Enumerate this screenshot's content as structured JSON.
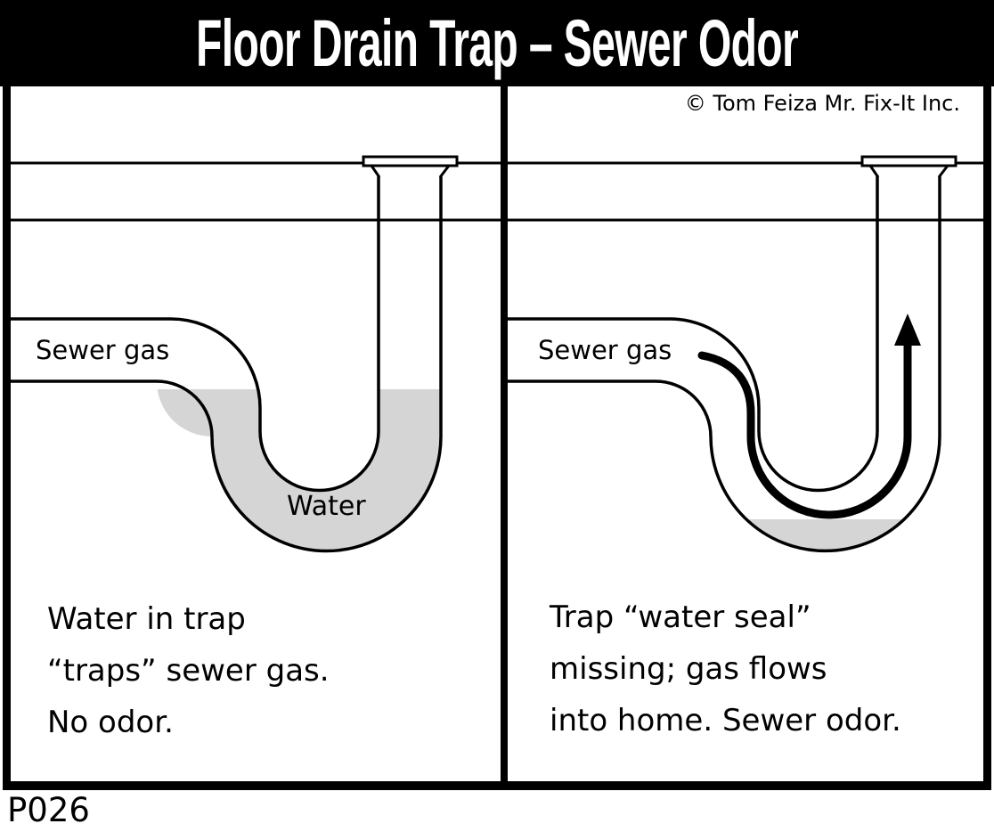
{
  "title": "Floor Drain Trap – Sewer Odor",
  "copyright": "© Tom Feiza Mr. Fix-It Inc.",
  "code": "P026",
  "colors": {
    "water": "#d5d5d5",
    "line": "#000000",
    "background": "#ffffff"
  },
  "left_panel": {
    "pipe_label": "Sewer gas",
    "water_label": "Water",
    "caption_lines": [
      "Water in trap",
      "“traps” sewer gas.",
      "No odor."
    ]
  },
  "right_panel": {
    "pipe_label": "Sewer gas",
    "gas_flow_icon": "curved-up-arrow",
    "caption_lines": [
      "Trap “water seal”",
      "missing; gas flows",
      "into home. Sewer odor."
    ]
  }
}
